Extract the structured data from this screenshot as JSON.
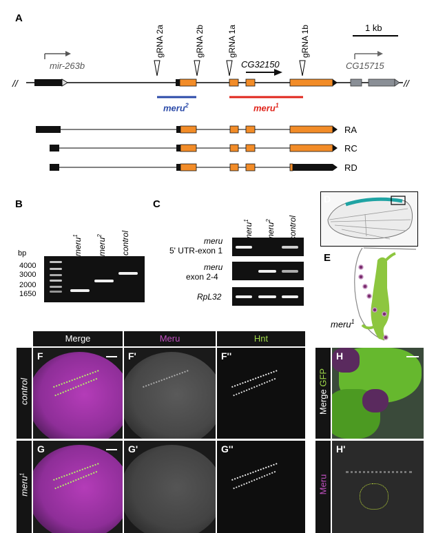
{
  "panels": {
    "A": "A",
    "B": "B",
    "C": "C",
    "D": "D",
    "E": "E",
    "F": "F",
    "F1": "F'",
    "F2": "F''",
    "G": "G",
    "G1": "G'",
    "G2": "G''",
    "H": "H",
    "H1": "H'"
  },
  "gene_map": {
    "scale_label": "1 kb",
    "grnas": [
      "gRNA 2a",
      "gRNA 2b",
      "gRNA 1a",
      "gRNA 1b"
    ],
    "genes": {
      "left": "mir-263b",
      "center": "CG32150",
      "right": "CG15715"
    },
    "break_mark": "//",
    "deletions": [
      {
        "name": "meru",
        "sup": "2",
        "color": "#2b4aa8"
      },
      {
        "name": "meru",
        "sup": "1",
        "color": "#e0241b"
      }
    ],
    "isoforms": [
      "RA",
      "RC",
      "RD"
    ],
    "colors": {
      "exon": "#f28c28",
      "utr": "#111111",
      "neighbor": "#8a8f96"
    }
  },
  "gel_B": {
    "unit": "bp",
    "ladder": [
      "4000",
      "3000",
      "2000",
      "1650"
    ],
    "lanes": [
      {
        "name": "meru",
        "sup": "1"
      },
      {
        "name": "meru",
        "sup": "2"
      },
      {
        "name": "control",
        "sup": ""
      }
    ]
  },
  "gel_C": {
    "lanes": [
      {
        "name": "meru",
        "sup": "1"
      },
      {
        "name": "meru",
        "sup": "2"
      },
      {
        "name": "control",
        "sup": ""
      }
    ],
    "rows": [
      {
        "line1": "meru",
        "line2": "5' UTR-exon 1"
      },
      {
        "line1": "meru",
        "line2": "exon 2-4"
      },
      {
        "line1": "RpL32",
        "line2": ""
      }
    ]
  },
  "schematic_E": {
    "label": "meru",
    "sup": "1"
  },
  "imaging": {
    "columns": [
      "Merge",
      "Meru",
      "Hnt"
    ],
    "column_colors": [
      "#ffffff",
      "#c050c0",
      "#9fd84a"
    ],
    "rows": [
      {
        "name": "control",
        "sup": ""
      },
      {
        "name": "meru",
        "sup": "1"
      }
    ],
    "h_sidebar": {
      "merge": "Merge",
      "gfp": "GFP",
      "meru": "Meru"
    }
  }
}
